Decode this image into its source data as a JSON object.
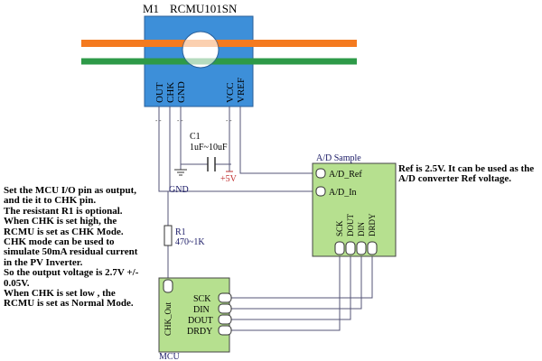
{
  "module": {
    "designator": "M1",
    "part": "RCMU101SN",
    "pins": [
      "OUT",
      "CHK",
      "GND",
      "VCC",
      "VREF"
    ]
  },
  "capacitor": {
    "ref": "C1",
    "value": "1uF~10uF"
  },
  "gnd_label": "GND",
  "supply_label": "+5V",
  "resistor": {
    "ref": "R1",
    "value": "470~1K"
  },
  "adc": {
    "title": "A/D Sample",
    "pins_left": [
      "A/D_Ref",
      "A/D_In"
    ],
    "pins_bottom": [
      "SCK",
      "DOUT",
      "DIN",
      "DRDY"
    ]
  },
  "mcu": {
    "title": "MCU",
    "chk_pin": "CHK_Out",
    "pins_right": [
      "SCK",
      "DIN",
      "DOUT",
      "DRDY"
    ]
  },
  "note_ref": [
    "Ref is 2.5V. It can be used as the",
    "A/D converter Ref voltage."
  ],
  "note_mcu": [
    "Set the MCU I/O pin as output,",
    "and tie it to CHK pin.",
    "The resistant R1 is optional.",
    "When CHK is set high, the",
    "RCMU is set as CHK Mode.",
    "CHK mode can be used to",
    "simulate 50mA residual current",
    "in the PV Inverter.",
    "So the output voltage is 2.7V +/-",
    "0.05V.",
    "When CHK is set low , the",
    "RCMU is set as Normal Mode."
  ],
  "colors": {
    "module_fill": "#3d8fd9",
    "box_fill": "#b6e08f",
    "wire_orange": "#f47a1f",
    "wire_green": "#2e9a48",
    "line": "#555577"
  }
}
